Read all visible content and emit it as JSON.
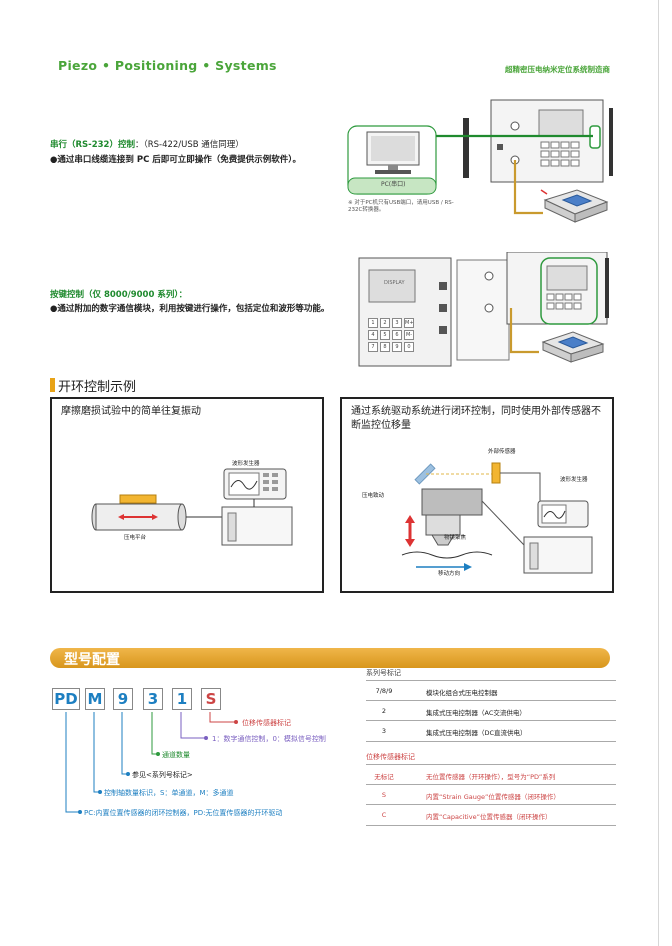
{
  "header": {
    "brand_parts": [
      "Piezo",
      "Positioning",
      "Systems"
    ],
    "brand_sep": "•",
    "doc_subtitle": "超精密压电纳米定位系统制造商"
  },
  "serial": {
    "title": "串行（RS-232）控制",
    "title_suffix": "：（RS-422/USB 通信同理）",
    "desc": "●通过串口线缆连接到 PC 后即可立即操作（免费提供示例软件）。",
    "pc_label": "PC(串口)",
    "note": "※ 对于PC机只有USB端口，请用USB / RS-232C转换器。"
  },
  "keypad": {
    "title": "按键控制（仅 8000/9000 系列）：",
    "desc": "●通过附加的数字通信模块，利用按键进行操作，包括定位和波形等功能。",
    "screen_text": "DISPLAY",
    "keys": [
      "1",
      "2",
      "3",
      "M+",
      "4",
      "5",
      "6",
      "M-",
      "7",
      "8",
      "9",
      "0"
    ]
  },
  "open_loop": {
    "heading": "开环控制示例",
    "example1": {
      "title": "摩擦磨损试验中的简单往复振动",
      "waveform_label": "波形发生器",
      "stage_label": "压电平台"
    },
    "example2": {
      "title": "通过系统驱动系统进行闭环控制，同时使用外部传感器不断监控位移量",
      "sensor_label": "外部传感器",
      "waveform_label": "波形发生器",
      "actuator_label": "压电致动",
      "objective_label": "物镜聚焦",
      "direction_label": "移动方向"
    }
  },
  "model": {
    "banner": "型号配置",
    "code": [
      "PD",
      "M",
      "9",
      "3",
      "1",
      "S"
    ],
    "legend": [
      "位移传感器标记",
      "1：数字通信控制，0：模拟信号控制",
      "通道数量",
      "参见<系列号标记>",
      "控制轴数量标识，S：单通道，M：多通道",
      "PC:内置位置传感器的闭环控制器，PD:无位置传感器的开环驱动"
    ]
  },
  "series_table": {
    "heading": "系列号标记",
    "rows": [
      {
        "key": "7/8/9",
        "value": "模块化组合式压电控制器"
      },
      {
        "key": "2",
        "value": "集成式压电控制器（AC交流供电）"
      },
      {
        "key": "3",
        "value": "集成式压电控制器（DC直流供电）"
      }
    ]
  },
  "sensor_table": {
    "heading": "位移传感器标记",
    "rows": [
      {
        "key": "无标记",
        "value": "无位置传感器（开环操作），型号为“PD”系列"
      },
      {
        "key": "S",
        "value": "内置“Strain Gauge”位置传感器（闭环操作）"
      },
      {
        "key": "C",
        "value": "内置“Capacitive”位置传感器（闭环操作）"
      }
    ]
  },
  "colors": {
    "brand_green": "#4aa53a",
    "accent_orange": "#e8a317",
    "code_blue": "#1d7fc1",
    "code_red": "#c44444",
    "cable_green": "#1f8a2e",
    "cable_gold": "#c99a2e"
  }
}
